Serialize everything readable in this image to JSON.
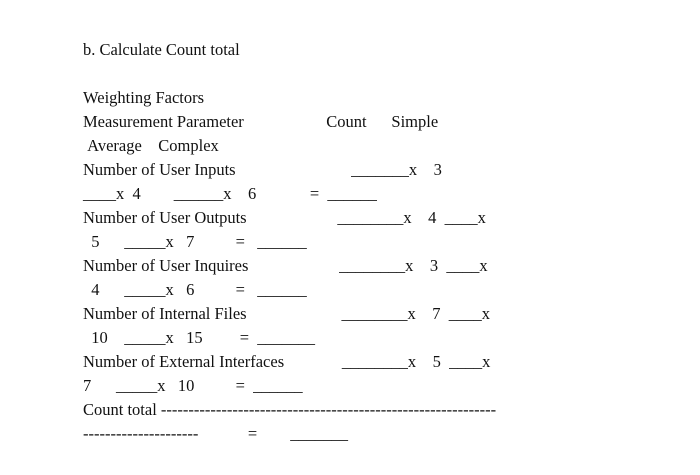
{
  "document": {
    "section_heading": "b. Calculate Count total",
    "weighting_label": "Weighting Factors",
    "header": {
      "parameter_label": "Measurement Parameter",
      "count_label": "Count",
      "simple_label": "Simple",
      "average_label": "Average",
      "complex_label": "Complex",
      "line1": "Measurement Parameter                    Count      Simple",
      "line2": " Average    Complex"
    },
    "rows": [
      {
        "parameter": "Number of User Inputs",
        "simple_weight": "3",
        "average_weight": "4",
        "complex_weight": "6",
        "line1": "Number of User Inputs                            _______x    3",
        "line2": "____x  4        ______x    6             =  ______"
      },
      {
        "parameter": "Number of User Outputs",
        "simple_weight": "4",
        "average_weight": "5",
        "complex_weight": "7",
        "line1": "Number of User Outputs                      ________x    4  ____x",
        "line2": "  5      _____x   7          =   ______"
      },
      {
        "parameter": "Number of User Inquires",
        "simple_weight": "3",
        "average_weight": "4",
        "complex_weight": "6",
        "line1": "Number of User Inquires                      ________x    3  ____x",
        "line2": "  4      _____x   6          =   ______"
      },
      {
        "parameter": "Number of Internal Files",
        "simple_weight": "7",
        "average_weight": "10",
        "complex_weight": "15",
        "line1": "Number of Internal Files                       ________x    7  ____x",
        "line2": "  10    _____x   15         =  _______"
      },
      {
        "parameter": "Number of External Interfaces",
        "simple_weight": "5",
        "average_weight": "7",
        "complex_weight": "10",
        "line1": "Number of External Interfaces              ________x    5  ____x",
        "line2": "7      _____x   10          =  ______"
      }
    ],
    "total": {
      "label": "Count total",
      "line1": "Count total -------------------------------------------------------------",
      "line2": "---------------------            =        _______"
    },
    "glyphs": {
      "multiply": "x",
      "equals": "=",
      "blank": "______"
    }
  }
}
